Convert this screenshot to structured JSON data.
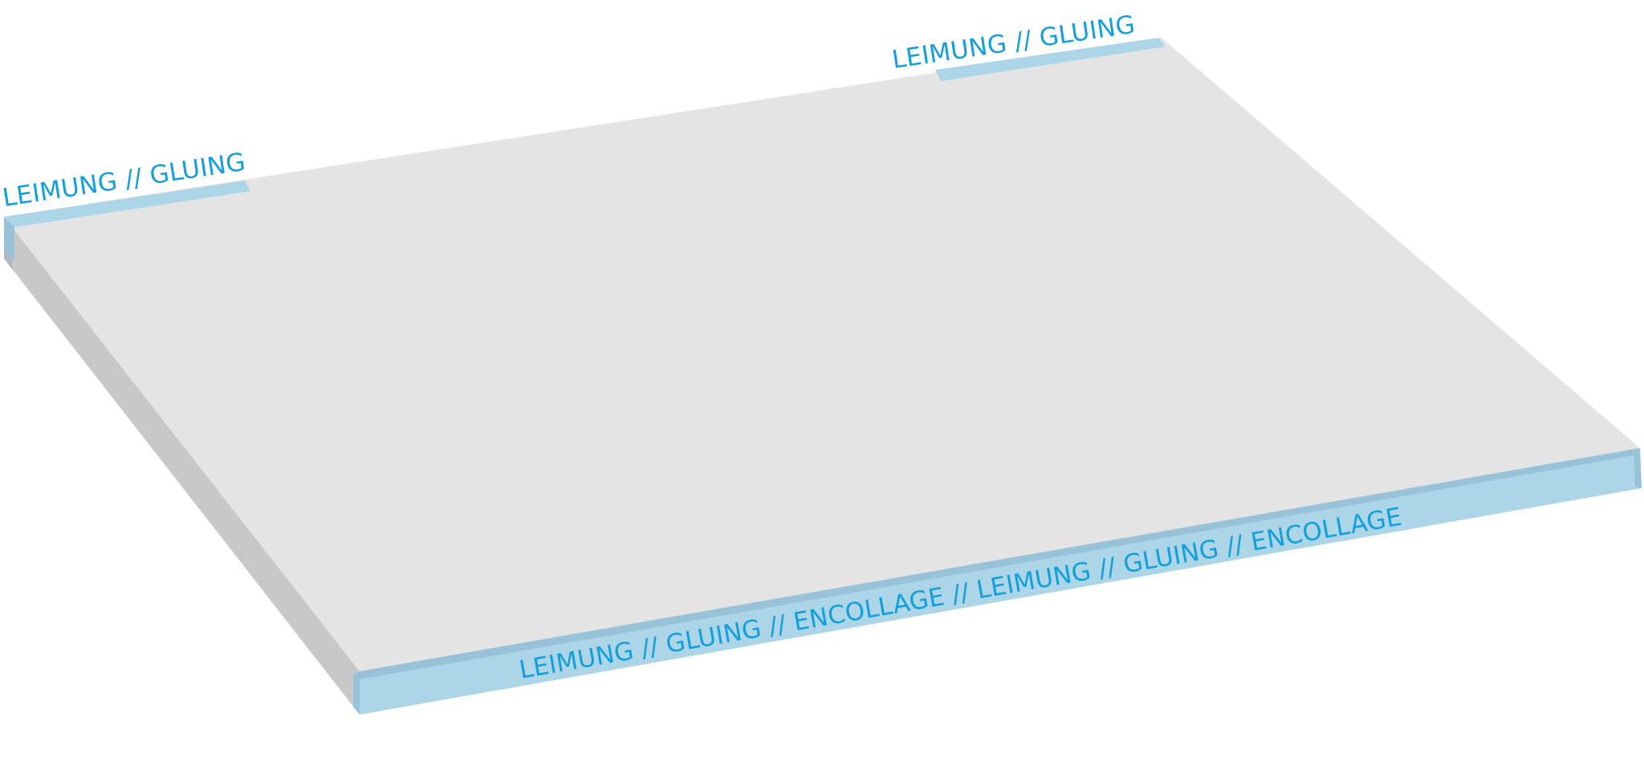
{
  "colors": {
    "top_surface": "#e4e4e4",
    "left_side": "#c8c8c9",
    "left_side_highlight": "#b4b5b8",
    "glue_edge": "#acd5e8",
    "glue_edge_dark": "#97c2d8",
    "label_text": "#139fdb"
  },
  "labels": {
    "top_left": "LEIMUNG // GLUING",
    "top_right": "LEIMUNG // GLUING",
    "front": "LEIMUNG // GLUING // ENCOLLAGE // LEIMUNG // GLUING // ENCOLLAGE"
  }
}
